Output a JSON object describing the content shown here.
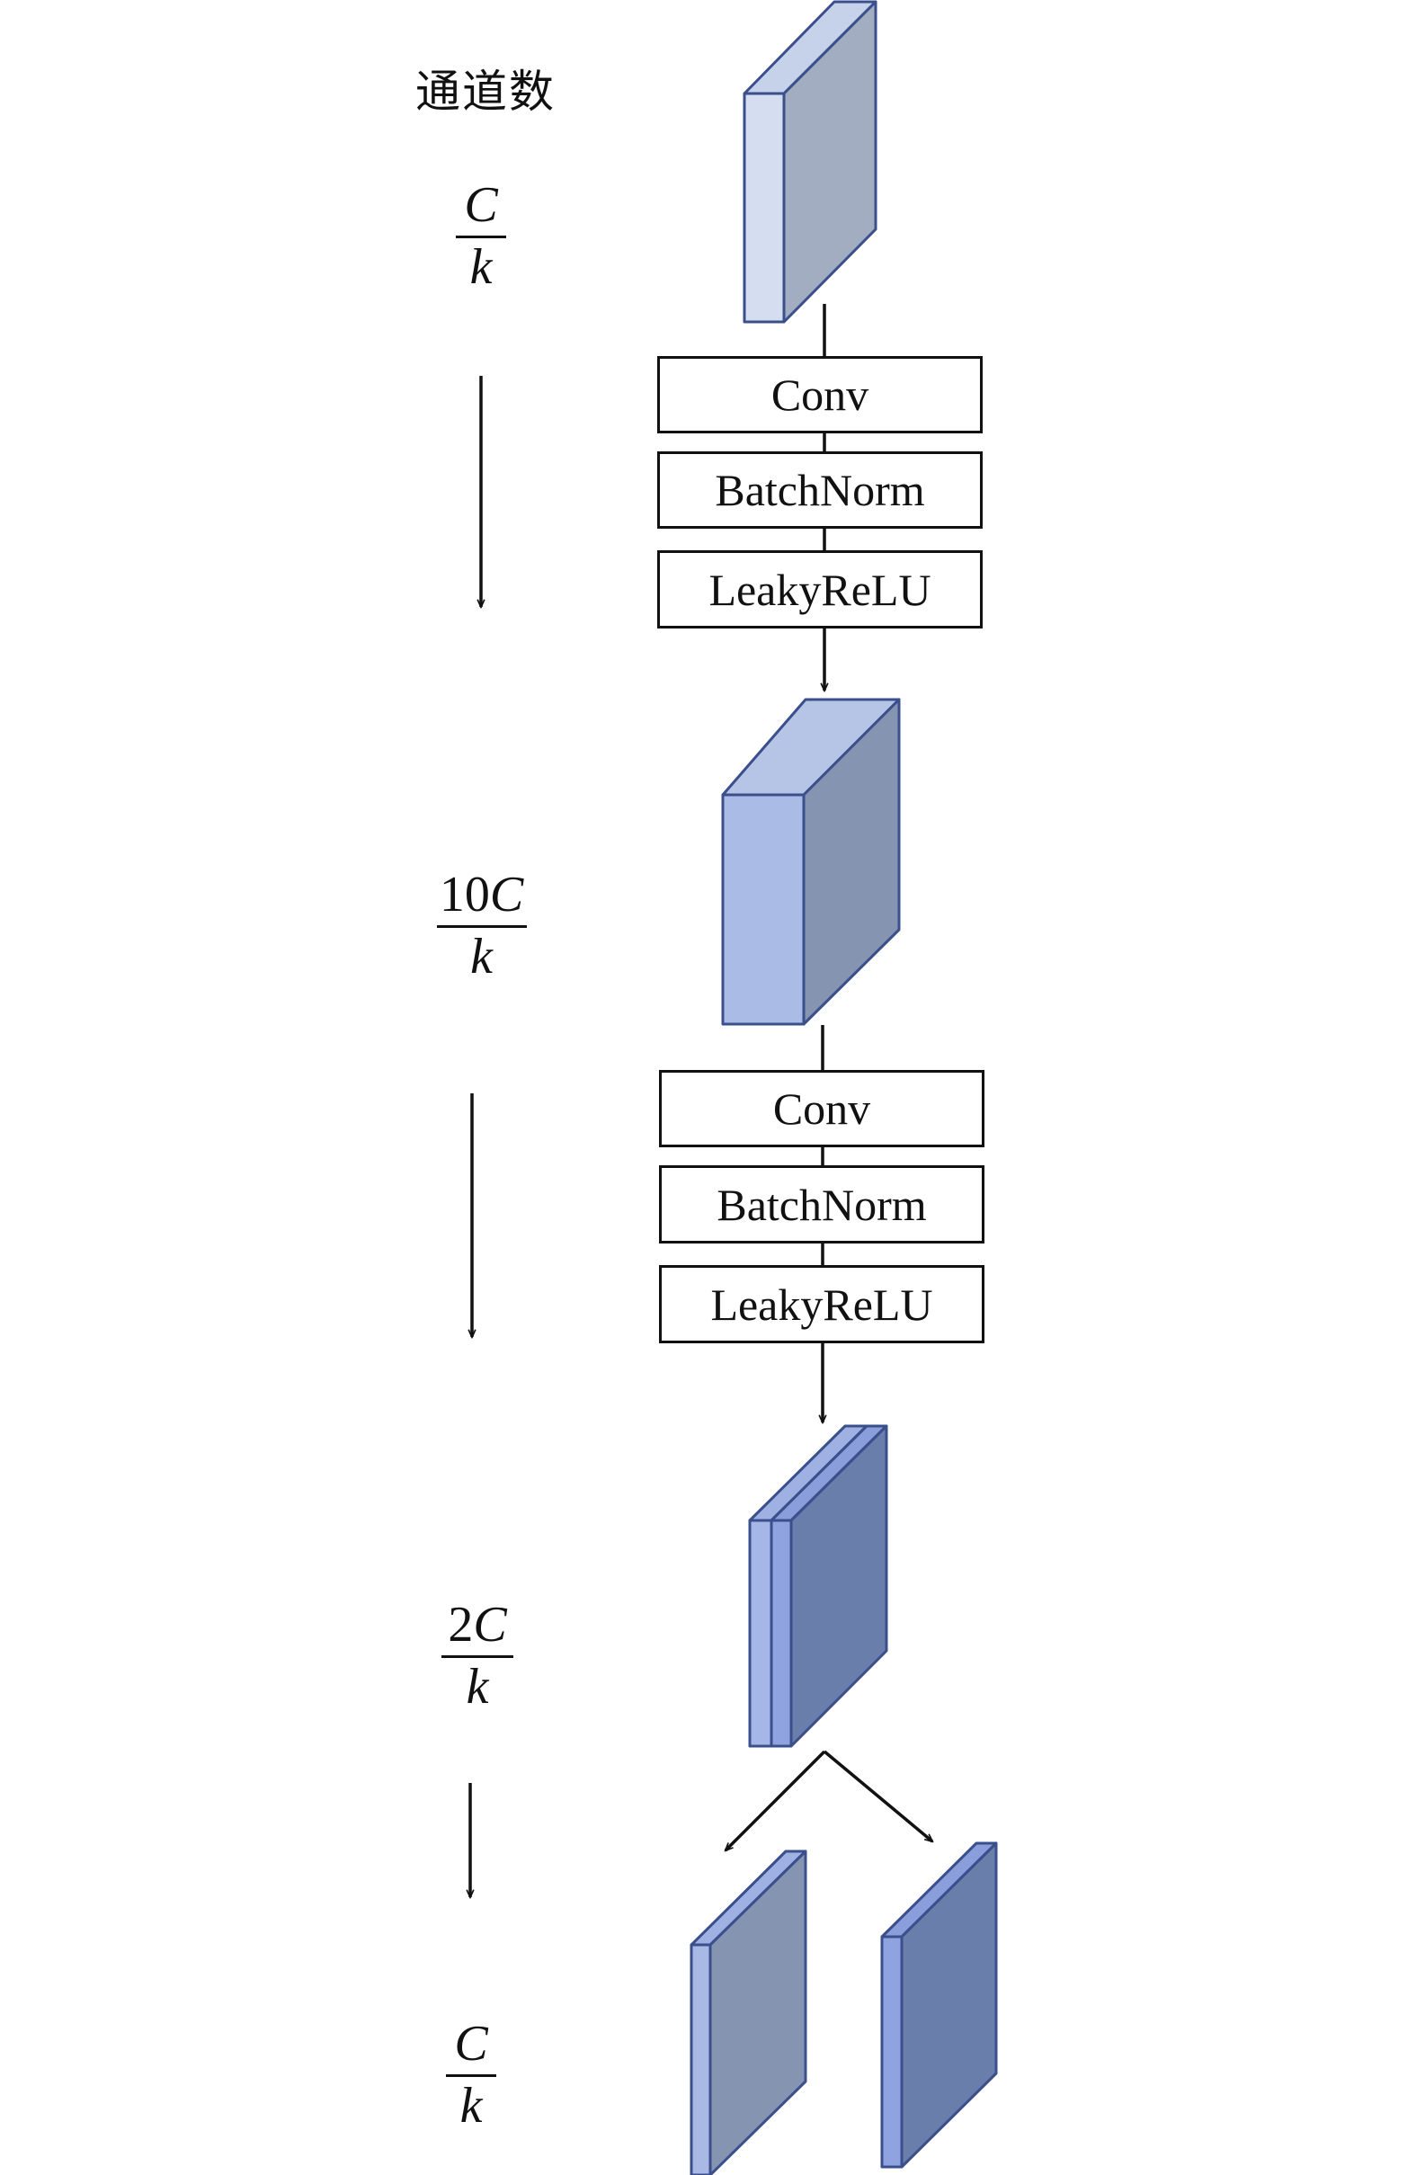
{
  "channels_heading": "通道数",
  "channel_labels": [
    {
      "coef": "",
      "numerator_var": "C",
      "denominator": "k"
    },
    {
      "coef": "10",
      "numerator_var": "C",
      "denominator": "k"
    },
    {
      "coef": "2",
      "numerator_var": "C",
      "denominator": "k"
    },
    {
      "coef": "",
      "numerator_var": "C",
      "denominator": "k"
    }
  ],
  "blocks": [
    {
      "conv": "Conv",
      "norm": "BatchNorm",
      "act": "LeakyReLU"
    },
    {
      "conv": "Conv",
      "norm": "BatchNorm",
      "act": "LeakyReLU"
    }
  ],
  "colors": {
    "front_light": "#d4def0",
    "side_light": "#a3adc1",
    "front_mid": "#aabbe5",
    "side_mid": "#8595b1",
    "front_dark": "#8fa3e0",
    "side_dark": "#6a7eac",
    "edge": "#3b4f8c"
  }
}
